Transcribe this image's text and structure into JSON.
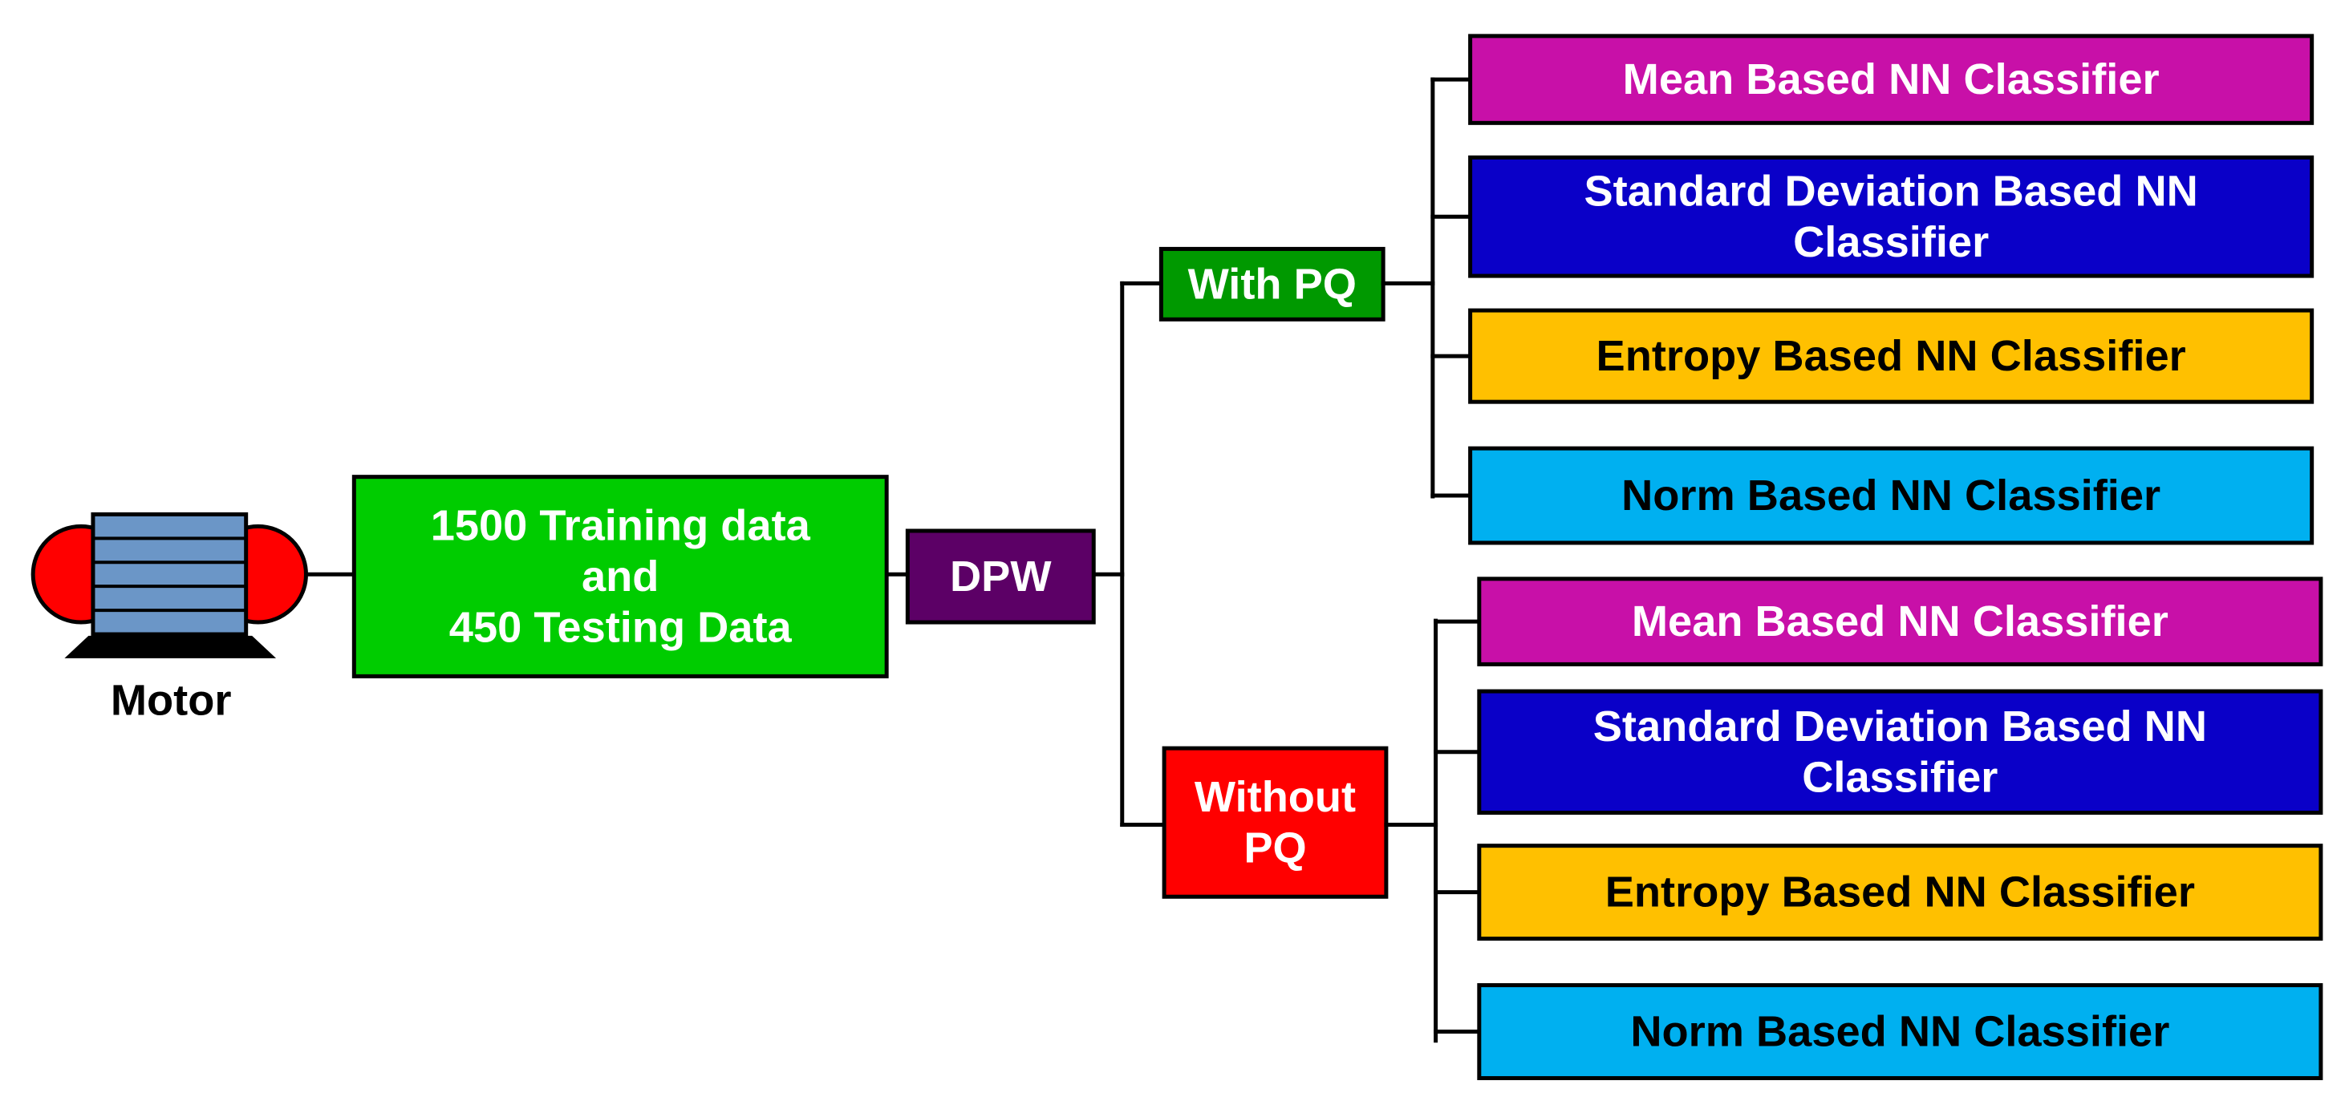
{
  "motor": {
    "label": "Motor",
    "colors": {
      "caps": "#ff0000",
      "core": "#6b96c7",
      "base": "#000000"
    }
  },
  "data_box": {
    "lines": [
      "1500 Training data",
      "and",
      "450 Testing Data"
    ],
    "color": "#00cc00",
    "text_color": "#ffffff"
  },
  "dpw_box": {
    "label": "DPW",
    "color": "#5c0066",
    "text_color": "#ffffff"
  },
  "branches": [
    {
      "label_lines": [
        "With PQ"
      ],
      "color": "#009900",
      "text_color": "#ffffff",
      "classifiers": [
        {
          "lines": [
            "Mean Based NN Classifier"
          ],
          "color": "#c810a8",
          "text_color": "#ffffff"
        },
        {
          "lines": [
            "Standard Deviation Based NN",
            "Classifier"
          ],
          "color": "#0a00c8",
          "text_color": "#ffffff"
        },
        {
          "lines": [
            "Entropy Based NN Classifier"
          ],
          "color": "#ffc000",
          "text_color": "#000000"
        },
        {
          "lines": [
            "Norm Based NN Classifier"
          ],
          "color": "#00b0f0",
          "text_color": "#000000"
        }
      ]
    },
    {
      "label_lines": [
        "Without",
        "PQ"
      ],
      "color": "#ff0000",
      "text_color": "#ffffff",
      "classifiers": [
        {
          "lines": [
            "Mean Based NN Classifier"
          ],
          "color": "#c810a8",
          "text_color": "#ffffff"
        },
        {
          "lines": [
            "Standard Deviation Based NN",
            "Classifier"
          ],
          "color": "#0a00c8",
          "text_color": "#ffffff"
        },
        {
          "lines": [
            "Entropy Based NN Classifier"
          ],
          "color": "#ffc000",
          "text_color": "#000000"
        },
        {
          "lines": [
            "Norm Based NN Classifier"
          ],
          "color": "#00b0f0",
          "text_color": "#000000"
        }
      ]
    }
  ]
}
